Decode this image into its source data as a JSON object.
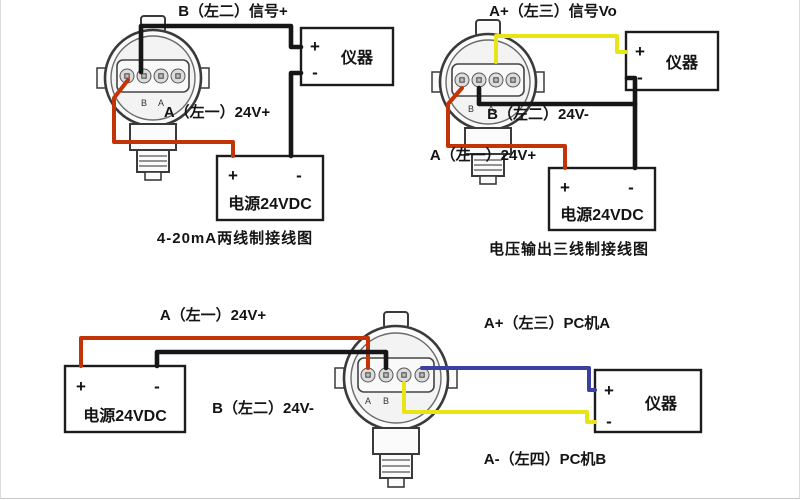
{
  "symbols": {
    "plus": "+",
    "minus": "-"
  },
  "colors": {
    "wire_positive_red": "#c23408",
    "wire_negative_black": "#161616",
    "wire_signal_yellow": "#e9e416",
    "wire_signal_blue": "#3b3f9e"
  },
  "diagram1": {
    "top_label": "B（左二）信号+",
    "mid_label": "A（左一）24V+",
    "instrument_label": "仪器",
    "power_label": "电源24VDC",
    "caption": "4-20mA两线制接线图",
    "terminal_b": "B",
    "terminal_a": "A"
  },
  "diagram2": {
    "top_label": "A+（左三）信号Vo",
    "mid_label": "B（左二）24V-",
    "low_label": "A（左一）24V+",
    "instrument_label": "仪器",
    "power_label": "电源24VDC",
    "caption": "电压输出三线制接线图",
    "terminal_b": "B",
    "terminal_a": "A"
  },
  "diagram3": {
    "top_left_label": "A（左一）24V+",
    "top_right_label": "A+（左三）PC机A",
    "mid_label": "B（左二）24V-",
    "bottom_right_label": "A-（左四）PC机B",
    "instrument_label": "仪器",
    "power_label": "电源24VDC",
    "terminal_a": "A",
    "terminal_b": "B"
  }
}
